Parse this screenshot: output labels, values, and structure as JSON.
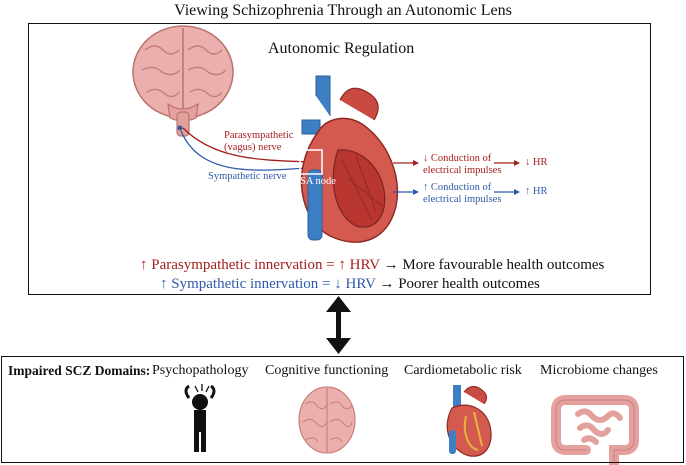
{
  "title": "Viewing Schizophrenia Through an Autonomic Lens",
  "regulation": {
    "heading": "Autonomic Regulation",
    "parasympathetic_nerve": [
      "Parasympathetic",
      "(vagus) nerve"
    ],
    "sympathetic_nerve": "Sympathetic nerve",
    "sa_node": "SA node",
    "decrease_conduction": [
      "↓ Conduction of",
      "electrical impulses"
    ],
    "increase_conduction": [
      "↑ Conduction of",
      "electrical impulses"
    ],
    "decrease_hr": "↓ HR",
    "increase_hr": "↑ HR"
  },
  "equations": {
    "parasympathetic": {
      "lhs": "↑ Parasympathetic innervation = ↑ HRV",
      "arrow": "→",
      "outcome": "More favourable health outcomes"
    },
    "sympathetic": {
      "lhs": "↑ Sympathetic innervation = ↓ HRV",
      "arrow": "→",
      "outcome": "Poorer health outcomes"
    }
  },
  "domains": {
    "heading": "Impaired SCZ Domains:",
    "items": [
      {
        "label": "Psychopathology",
        "icon": "distressed-person-icon"
      },
      {
        "label": "Cognitive functioning",
        "icon": "brain-icon"
      },
      {
        "label": "Cardiometabolic risk",
        "icon": "heart-icon"
      },
      {
        "label": "Microbiome changes",
        "icon": "intestine-icon"
      }
    ]
  },
  "colors": {
    "parasympathetic": "#a3201e",
    "sympathetic": "#2f5aa8",
    "heart": "#c9453d",
    "brain": "#e8a3a0"
  }
}
